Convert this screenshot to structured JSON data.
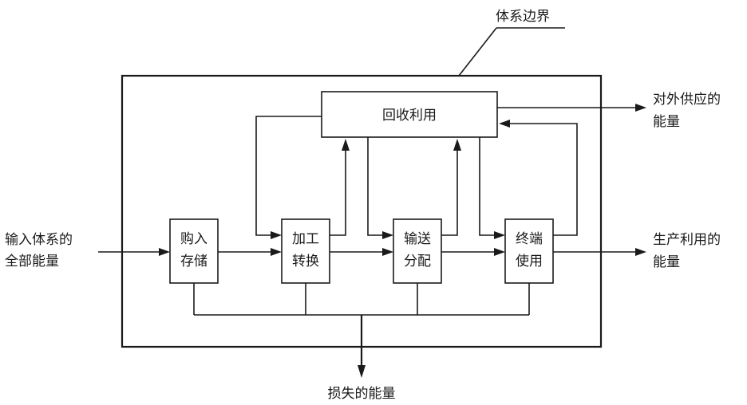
{
  "boundary_label": "体系边界",
  "recycle_label": "回收利用",
  "input_label": [
    "输入体系的",
    "全部能量"
  ],
  "external_supply_label": [
    "对外供应的",
    "能量"
  ],
  "production_use_label": [
    "生产利用的",
    "能量"
  ],
  "loss_label": "损失的能量",
  "stages": [
    {
      "line1": "购入",
      "line2": "存储"
    },
    {
      "line1": "加工",
      "line2": "转换"
    },
    {
      "line1": "输送",
      "line2": "分配"
    },
    {
      "line1": "终端",
      "line2": "使用"
    }
  ]
}
